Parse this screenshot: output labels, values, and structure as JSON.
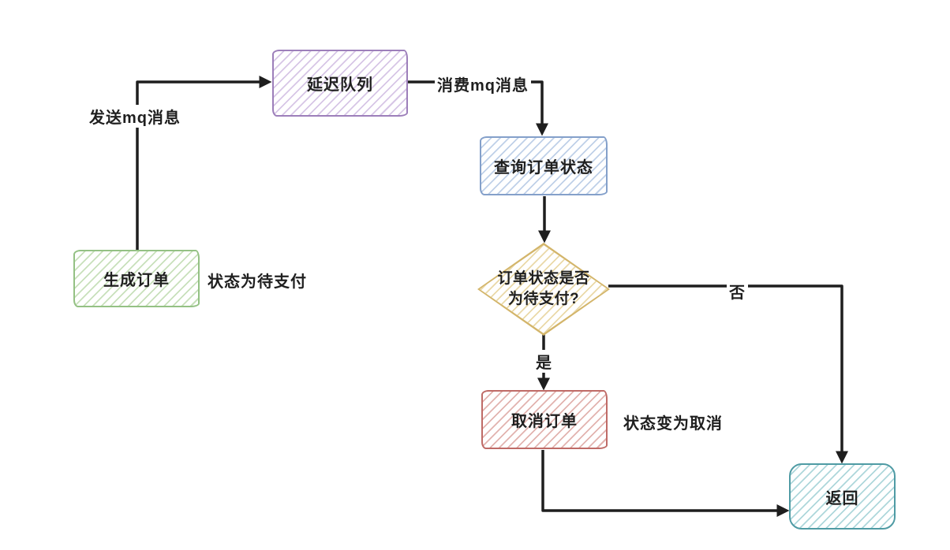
{
  "nodes": {
    "delay_queue": {
      "label": "延迟队列"
    },
    "create_order": {
      "label": "生成订单"
    },
    "query_status": {
      "label": "查询订单状态"
    },
    "check_pending": {
      "label_line1": "订单状态是否",
      "label_line2": "为待支付?"
    },
    "cancel_order": {
      "label": "取消订单"
    },
    "return_node": {
      "label": "返回"
    }
  },
  "edges": {
    "send_mq": {
      "label": "发送mq消息"
    },
    "consume_mq": {
      "label": "消费mq消息"
    },
    "yes": {
      "label": "是"
    },
    "no": {
      "label": "否"
    }
  },
  "annotations": {
    "order_created_status": {
      "text": "状态为待支付"
    },
    "order_cancelled_status": {
      "text": "状态变为取消"
    }
  },
  "palette": {
    "line": "#1e1e1e",
    "text": "#1f1f1f",
    "bg": "#ffffff",
    "purple_border": "#9d7fba",
    "purple_hatch": "#d7c6e6",
    "green_border": "#94c184",
    "green_hatch": "#c8e0bb",
    "blue_border": "#84a0ca",
    "blue_hatch": "#bfd0e8",
    "gold_border": "#d3b56a",
    "gold_hatch": "#ead9a8",
    "red_border": "#bf6b67",
    "red_hatch": "#e2b3af",
    "teal_border": "#4f9ba4",
    "teal_hatch": "#aed7db"
  }
}
